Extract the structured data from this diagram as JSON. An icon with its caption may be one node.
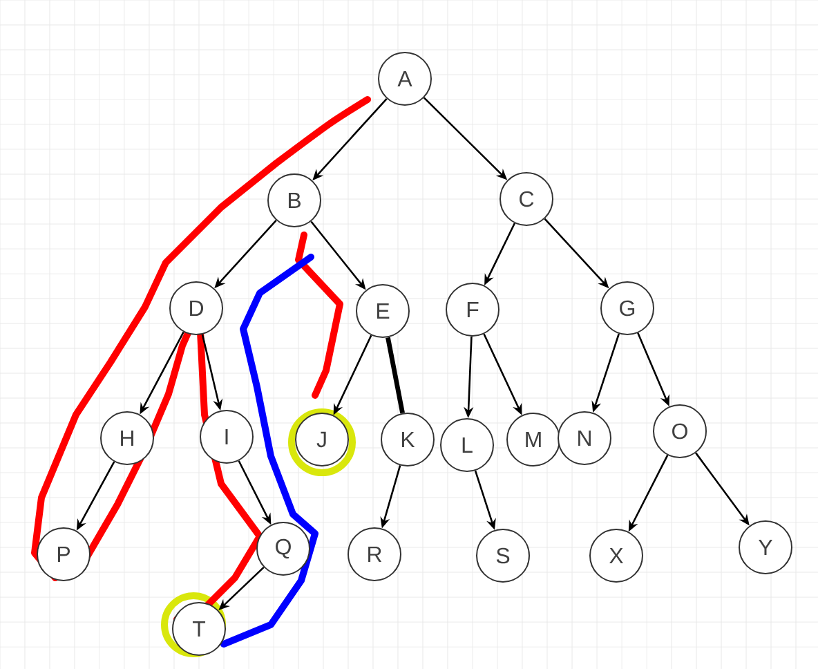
{
  "diagram": {
    "nodes": [
      {
        "text": [
          "A"
        ]
      },
      {
        "text": [
          "B"
        ]
      },
      {
        "text": [
          "C"
        ]
      },
      {
        "text": [
          "D"
        ]
      },
      {
        "text": [
          "E"
        ]
      },
      {
        "text": [
          "F"
        ]
      },
      {
        "text": [
          "G"
        ]
      },
      {
        "text": [
          "H"
        ]
      },
      {
        "text": [
          "I"
        ]
      },
      {
        "text": [
          "J"
        ]
      },
      {
        "text": [
          "K"
        ]
      },
      {
        "text": [
          "L"
        ]
      },
      {
        "text": [
          "M"
        ]
      },
      {
        "text": [
          "N"
        ]
      },
      {
        "text": [
          "O"
        ]
      },
      {
        "text": [
          "P"
        ]
      },
      {
        "text": [
          "Q"
        ]
      },
      {
        "text": [
          "R"
        ]
      },
      {
        "text": [
          "S"
        ]
      },
      {
        "text": [
          "X"
        ]
      },
      {
        "text": [
          "Y"
        ]
      },
      {
        "text": [
          "T"
        ]
      }
    ],
    "edges": [
      {
        "from": 0,
        "to": 1,
        "arrow": "to"
      },
      {
        "from": 0,
        "to": 2,
        "arrow": "to"
      },
      {
        "from": 1,
        "to": 3,
        "arrow": "to"
      },
      {
        "from": 1,
        "to": 4,
        "arrow": "to"
      },
      {
        "from": 2,
        "to": 5,
        "arrow": "to"
      },
      {
        "from": 2,
        "to": 6,
        "arrow": "to"
      },
      {
        "from": 3,
        "to": 7,
        "arrow": "to"
      },
      {
        "from": 3,
        "to": 8,
        "arrow": "to"
      },
      {
        "from": 4,
        "to": 9,
        "arrow": "to"
      },
      {
        "from": 4,
        "to": 10,
        "arrow": "none",
        "style": "thick"
      },
      {
        "from": 5,
        "to": 11,
        "arrow": "to"
      },
      {
        "from": 5,
        "to": 12,
        "arrow": "to"
      },
      {
        "from": 6,
        "to": 13,
        "arrow": "to"
      },
      {
        "from": 6,
        "to": 14,
        "arrow": "to"
      },
      {
        "from": 7,
        "to": 15,
        "arrow": "to"
      },
      {
        "from": 8,
        "to": 16,
        "arrow": "to"
      },
      {
        "from": 10,
        "to": 17,
        "arrow": "to"
      },
      {
        "from": 11,
        "to": 18,
        "arrow": "to"
      },
      {
        "from": 14,
        "to": 19,
        "arrow": "to"
      },
      {
        "from": 14,
        "to": 20,
        "arrow": "to"
      },
      {
        "from": 16,
        "to": 21,
        "arrow": "to"
      }
    ]
  }
}
